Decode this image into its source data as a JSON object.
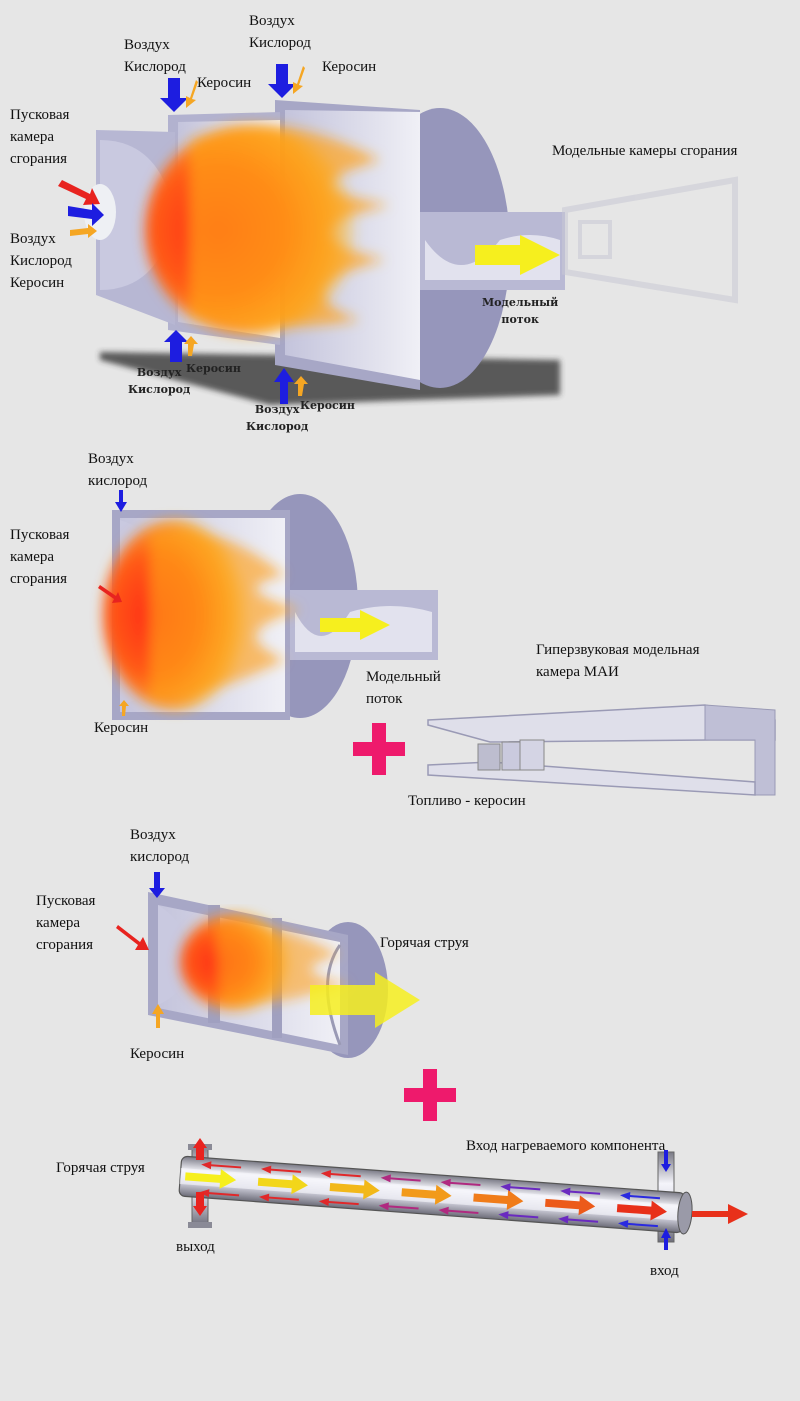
{
  "section1": {
    "labels": {
      "top_left": "Воздух\nКислород",
      "top_left_kerosene": "Керосин",
      "top_right": "Воздух\nКислород",
      "top_right_kerosene": "Керосин",
      "start_chamber": "Пусковая\nкамера\nсгорания",
      "left_inputs": "Воздух\nКислород\nКеросин",
      "model_chambers": "Модельные камеры сгорания",
      "model_flow": "Модельный\nпоток",
      "bottom_left": "Воздух\nКислород",
      "bottom_left_kerosene": "Керосин",
      "bottom_right": "Воздух\nКислород",
      "bottom_right_kerosene": "Керосин"
    }
  },
  "section2": {
    "labels": {
      "air_oxygen": "Воздух\nкислород",
      "start_chamber": "Пусковая\nкамера\nсгорания",
      "kerosene": "Керосин",
      "model_flow": "Модельный\nпоток",
      "hypersonic_chamber": "Гиперзвуковая модельная\nкамера МАИ",
      "fuel": "Топливо - керосин"
    }
  },
  "section3": {
    "labels": {
      "air_oxygen": "Воздух\nкислород",
      "start_chamber": "Пусковая\nкамера\nсгорания",
      "kerosene": "Керосин",
      "hot_jet": "Горячая струя"
    }
  },
  "section4": {
    "labels": {
      "hot_jet": "Горячая струя",
      "heated_inlet": "Вход нагреваемого компонента",
      "outlet": "выход",
      "inlet": "вход"
    }
  },
  "colors": {
    "background": "#e6e6e6",
    "chamber": "#a9a9c9",
    "chamber_dark": "#7d7da3",
    "arrow_blue": "#1d1de0",
    "arrow_red": "#e8231f",
    "arrow_orange": "#f5a623",
    "arrow_yellow": "#f6ef1e",
    "plus": "#ee1a6c"
  }
}
